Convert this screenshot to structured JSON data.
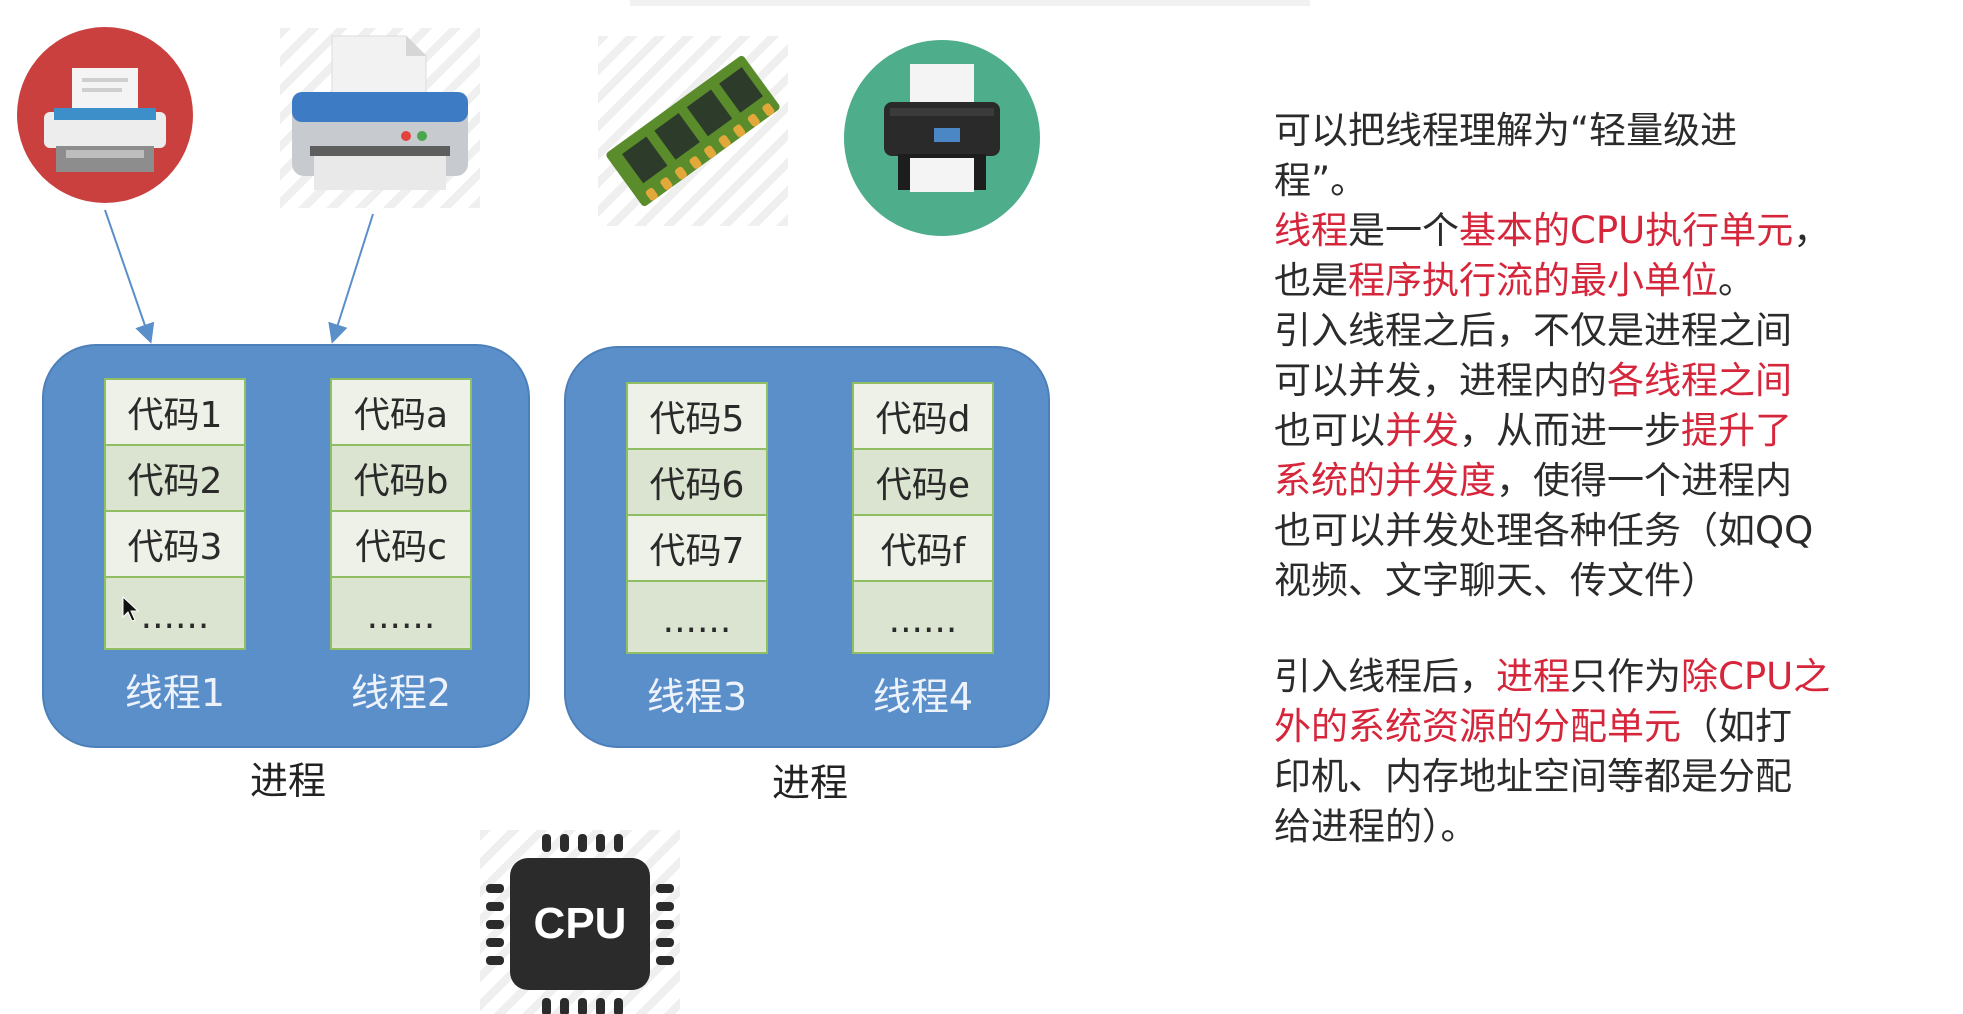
{
  "diagram": {
    "process_label": "进程",
    "processes": [
      {
        "threads": [
          {
            "cells": [
              "代码1",
              "代码2",
              "代码3",
              "......"
            ],
            "label": "线程1"
          },
          {
            "cells": [
              "代码a",
              "代码b",
              "代码c",
              "......"
            ],
            "label": "线程2"
          }
        ]
      },
      {
        "threads": [
          {
            "cells": [
              "代码5",
              "代码6",
              "代码7",
              "......"
            ],
            "label": "线程3"
          },
          {
            "cells": [
              "代码d",
              "代码e",
              "代码f",
              "......"
            ],
            "label": "线程4"
          }
        ]
      }
    ],
    "cpu_label": "CPU",
    "colors": {
      "process_fill": "#5b8fca",
      "cell_border": "#8fbf62",
      "highlight_text": "#d6263b",
      "printer_red_circle": "#c9403f",
      "printer_green_circle": "#4ead8a",
      "memory_green": "#5a8c2c"
    },
    "icons": [
      "printer-red-icon",
      "printer-grey-icon",
      "memory-stick-icon",
      "printer-green-icon",
      "cpu-chip-icon",
      "mouse-cursor-icon"
    ]
  },
  "notes": {
    "p1": {
      "s0": "可以把线程理解为“轻量级进",
      "s1": "程”。"
    },
    "p2": {
      "s0": "线程",
      "s1": "是一个",
      "s2": "基本的CPU执行单元",
      "s3": "，",
      "s4": "也是",
      "s5": "程序执行流的最小单位",
      "s6": "。"
    },
    "p3": {
      "s0": "引入线程之后，不仅是进程之间",
      "s1": "可以并发，进程内的",
      "s2": "各线程之间",
      "s3": "也可以",
      "s4": "并发",
      "s5": "，从而进一步",
      "s6": "提升了",
      "s7": "系统的并发度",
      "s8": "，使得一个进程内",
      "s9": "也可以并发处理各种任务（如QQ",
      "s10": "视频、文字聊天、传文件）"
    },
    "p4": {
      "s0": "引入线程后，",
      "s1": "进程",
      "s2": "只作为",
      "s3": "除CPU之",
      "s4": "外的系统资源的分配单元",
      "s5": "（如打",
      "s6": "印机、内存地址空间等都是分配",
      "s7": "给进程的）。"
    }
  }
}
